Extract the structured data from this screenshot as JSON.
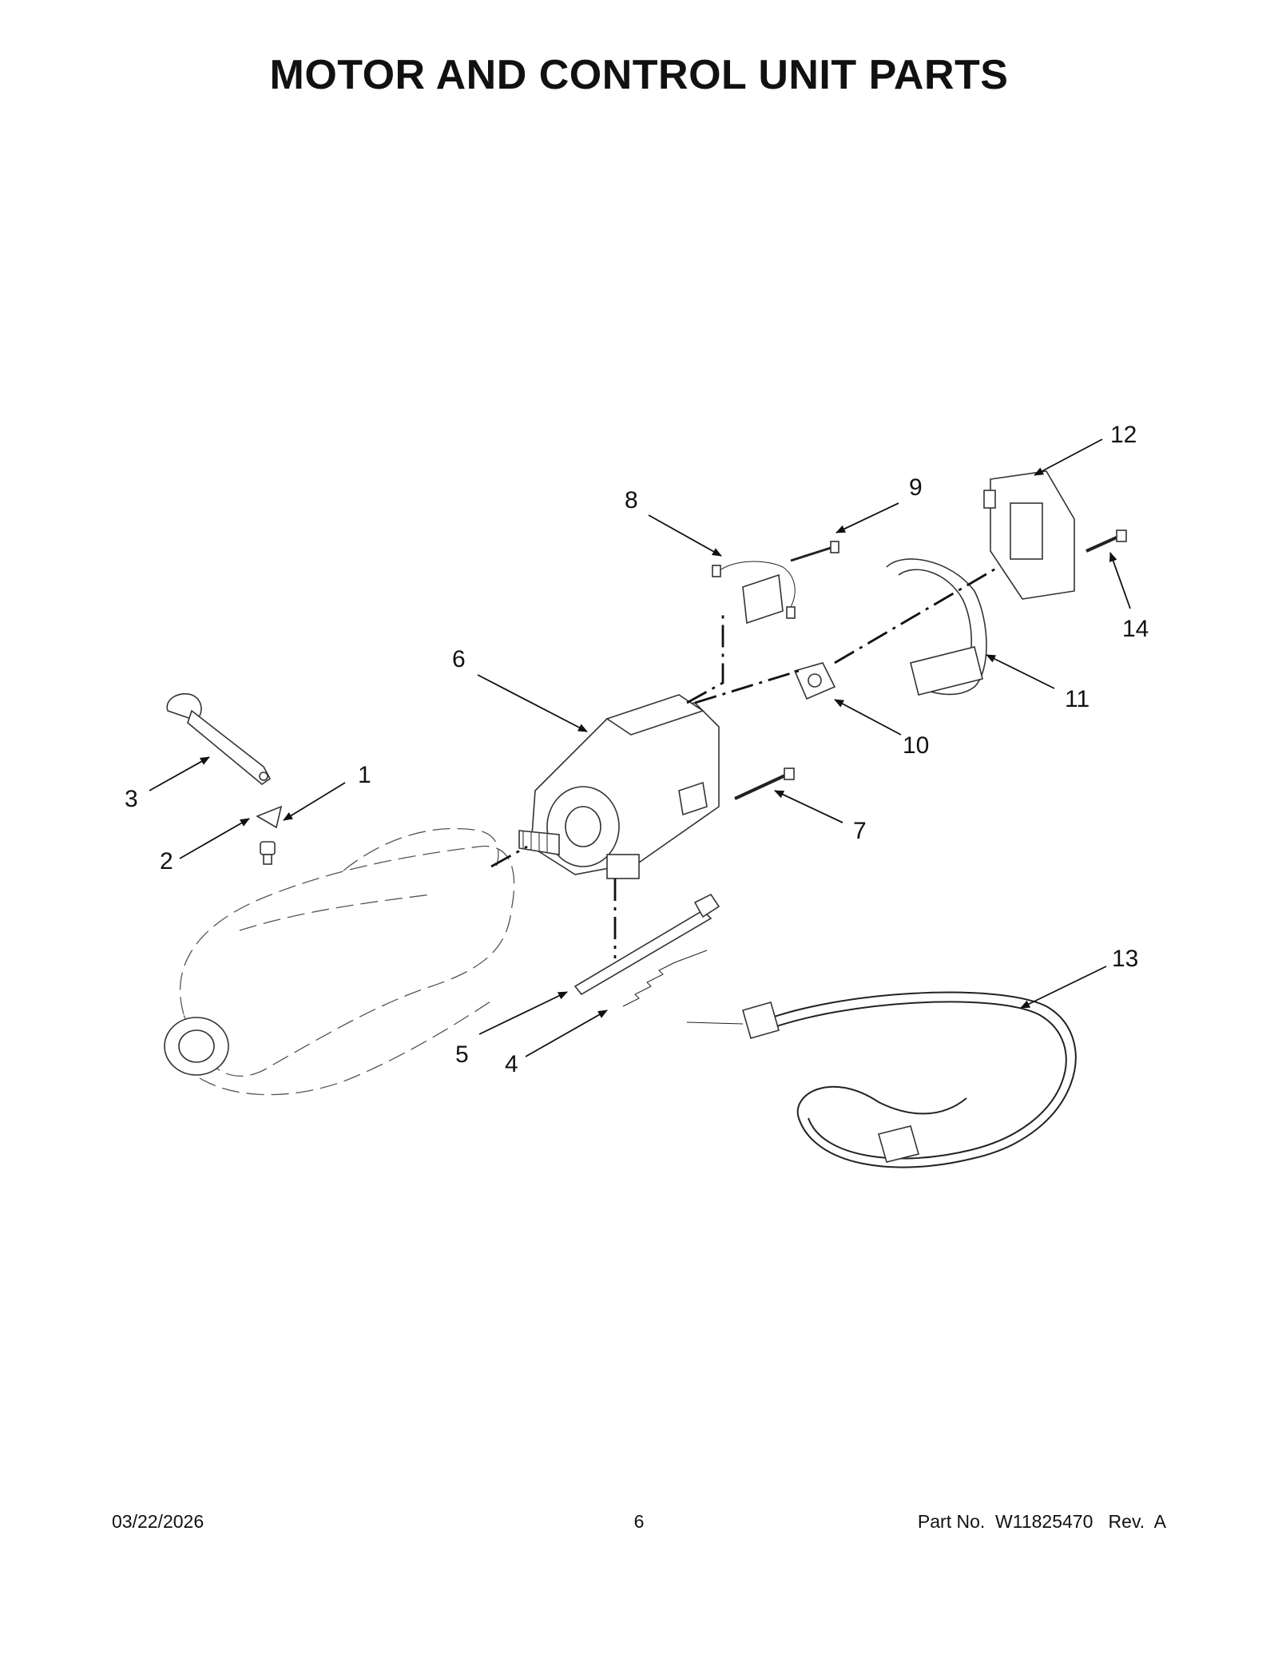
{
  "page": {
    "title": "MOTOR AND CONTROL UNIT PARTS",
    "footer": {
      "date": "03/22/2026",
      "page_number": "6",
      "part_number": "Part No.  W11825470   Rev.  A"
    }
  },
  "callouts": [
    "1",
    "2",
    "3",
    "4",
    "5",
    "6",
    "7",
    "8",
    "9",
    "10",
    "11",
    "12",
    "13",
    "14"
  ]
}
